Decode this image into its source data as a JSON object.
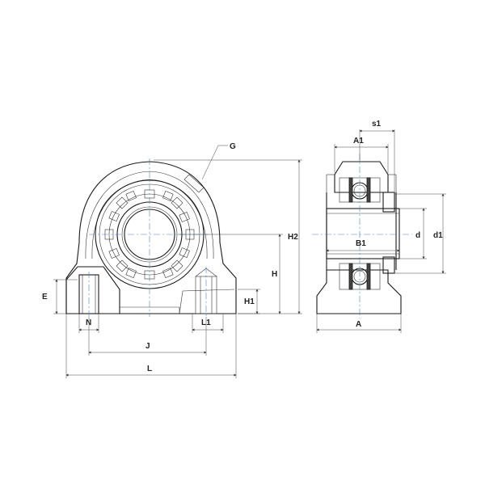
{
  "labels": {
    "G": "G",
    "E": "E",
    "H1": "H1",
    "H": "H",
    "H2": "H2",
    "N": "N",
    "L1": "L1",
    "J": "J",
    "L": "L",
    "s1": "s1",
    "A1": "A1",
    "B1": "B1",
    "d": "d",
    "d1": "d1",
    "A": "A"
  },
  "colors": {
    "line": "#1a1a1a",
    "centerline": "#4a7ec9",
    "dimension": "#444444",
    "background": "#ffffff"
  }
}
